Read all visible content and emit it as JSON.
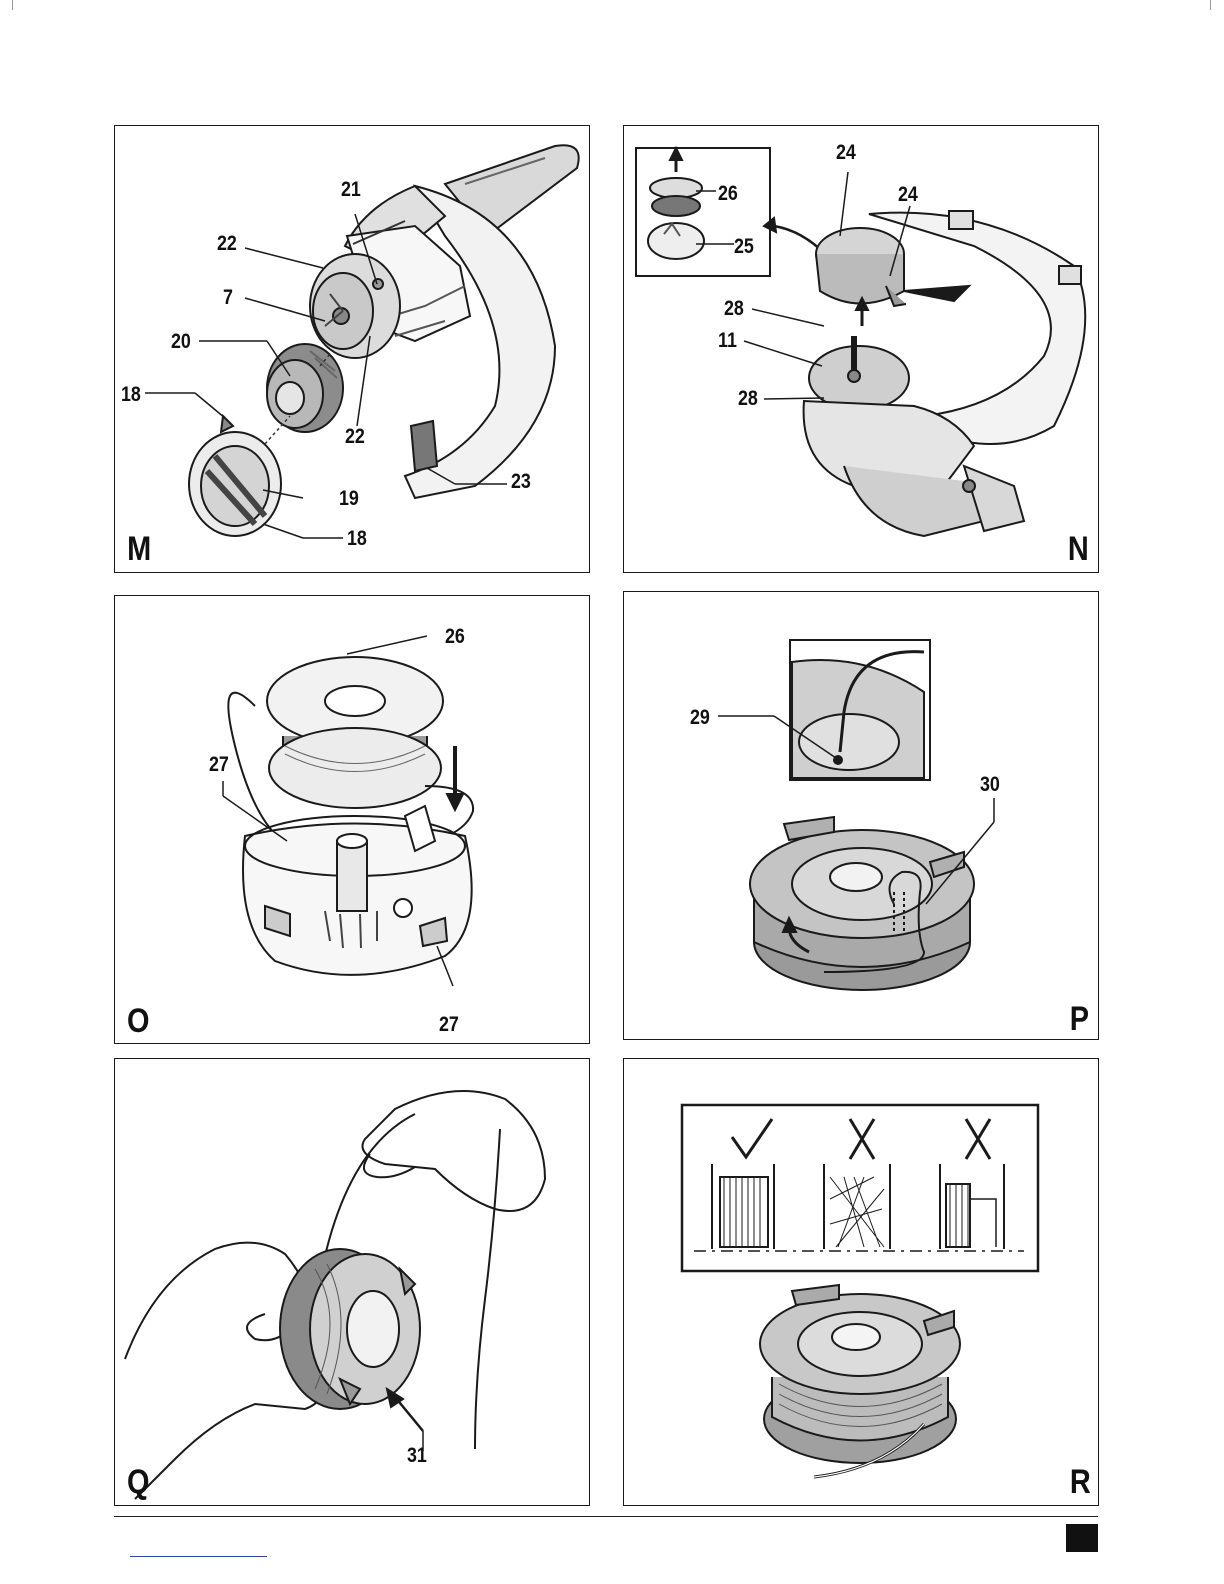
{
  "figures": [
    {
      "id": "M",
      "letter": "M",
      "callouts": [
        "21",
        "22",
        "7",
        "20",
        "18",
        "22",
        "19",
        "18",
        "23"
      ]
    },
    {
      "id": "N",
      "letter": "N",
      "callouts": [
        "24",
        "26",
        "24",
        "25",
        "28",
        "11",
        "28"
      ]
    },
    {
      "id": "O",
      "letter": "O",
      "callouts": [
        "26",
        "27",
        "27"
      ]
    },
    {
      "id": "P",
      "letter": "P",
      "callouts": [
        "29",
        "30"
      ]
    },
    {
      "id": "Q",
      "letter": "Q",
      "callouts": [
        "31"
      ]
    },
    {
      "id": "R",
      "letter": "R",
      "callouts": []
    }
  ],
  "colors": {
    "line": "#1a1a1a",
    "fill_light": "#e6e6e6",
    "fill_mid": "#b5b5b5",
    "fill_dark": "#7a7a7a",
    "page_box": "#111111",
    "link": "#3344aa"
  },
  "icons": {
    "correct": "checkmark-icon",
    "wrong": "cross-icon",
    "direction": "arrow-icon"
  }
}
